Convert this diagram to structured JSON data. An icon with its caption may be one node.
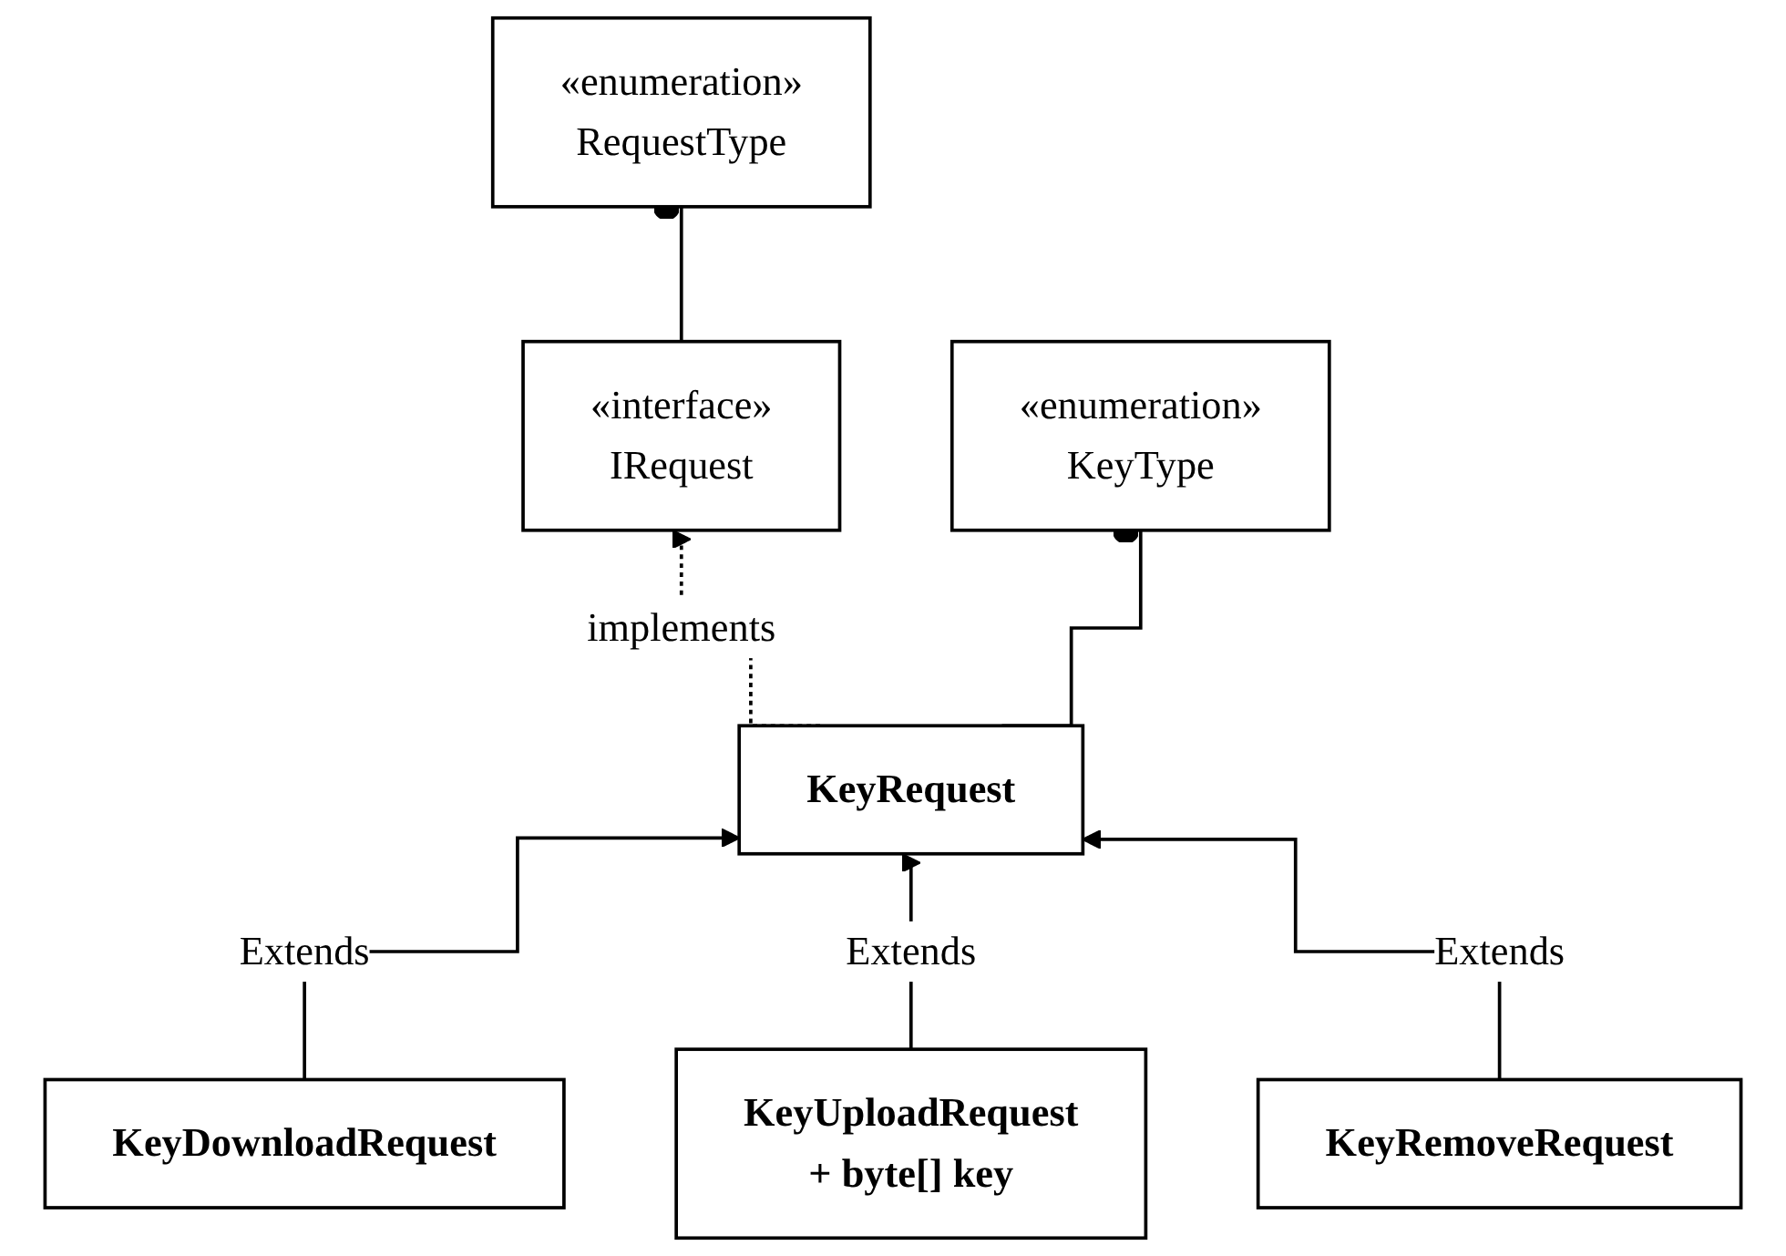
{
  "diagram": {
    "nodes": [
      {
        "text": [
          "«interface»",
          "IRequest"
        ]
      },
      {
        "text": [
          "KeyRequest"
        ]
      },
      {
        "text": [
          "«enumeration»",
          "KeyType"
        ]
      },
      {
        "text": [
          "«enumeration»",
          "RequestType"
        ]
      },
      {
        "text": [
          "KeyDownloadRequest"
        ]
      },
      {
        "text": [
          "KeyUploadRequest",
          "+ byte[] key"
        ]
      },
      {
        "text": [
          "KeyRemoveRequest"
        ]
      }
    ],
    "edges": [
      {
        "from": 1,
        "to": 0,
        "arrow": "to",
        "style": "dashed",
        "label": "implements"
      },
      {
        "from": 1,
        "to": 2,
        "arrow": "other"
      },
      {
        "from": 0,
        "to": 3,
        "arrow": "other"
      },
      {
        "from": 4,
        "to": 1,
        "arrow": "to",
        "label": "Extends"
      },
      {
        "from": 5,
        "to": 1,
        "arrow": "to",
        "label": "Extends"
      },
      {
        "from": 6,
        "to": 1,
        "arrow": "to",
        "label": "Extends"
      }
    ]
  }
}
